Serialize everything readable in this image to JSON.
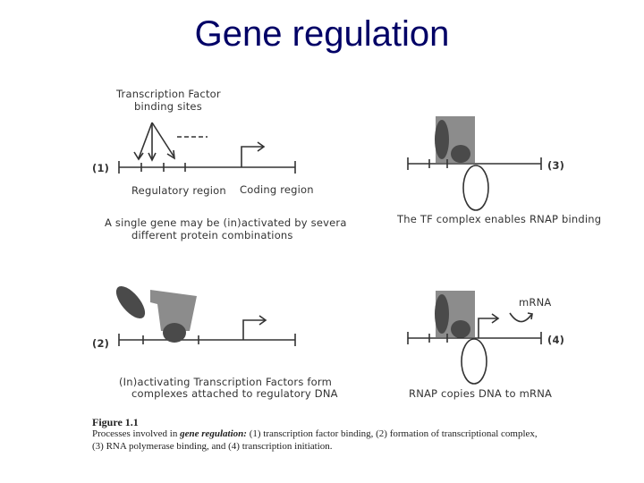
{
  "slide": {
    "title": "Gene regulation"
  },
  "panel1": {
    "number": "(1)",
    "tf_sites_line1": "Transcription Factor",
    "tf_sites_line2": "binding sites",
    "regulatory_region": "Regulatory region",
    "coding_region": "Coding region",
    "note_line1": "A single gene may be (in)activated by severa",
    "note_line2": "different protein combinations"
  },
  "panel2": {
    "number": "(2)",
    "caption_line1": "(In)activating  Transcription Factors form",
    "caption_line2": "complexes attached to regulatory DNA"
  },
  "panel3": {
    "number": "(3)",
    "caption": "The TF complex enables RNAP binding"
  },
  "panel4": {
    "number": "(4)",
    "mrna_label": "mRNA",
    "caption": "RNAP copies DNA to mRNA"
  },
  "figure_caption": {
    "title": "Figure  1.1",
    "lead": "Processes involved in ",
    "emphasis": "gene regulation:",
    "rest_line1": " (1) transcription factor binding, (2) formation of transcriptional complex,",
    "line2": "(3) RNA polymerase binding, and (4) transcription initiation."
  },
  "colors": {
    "title": "#000066",
    "complex_gray": "#8c8c8c",
    "protein_dark": "#4a4a4a",
    "line": "#333333"
  }
}
